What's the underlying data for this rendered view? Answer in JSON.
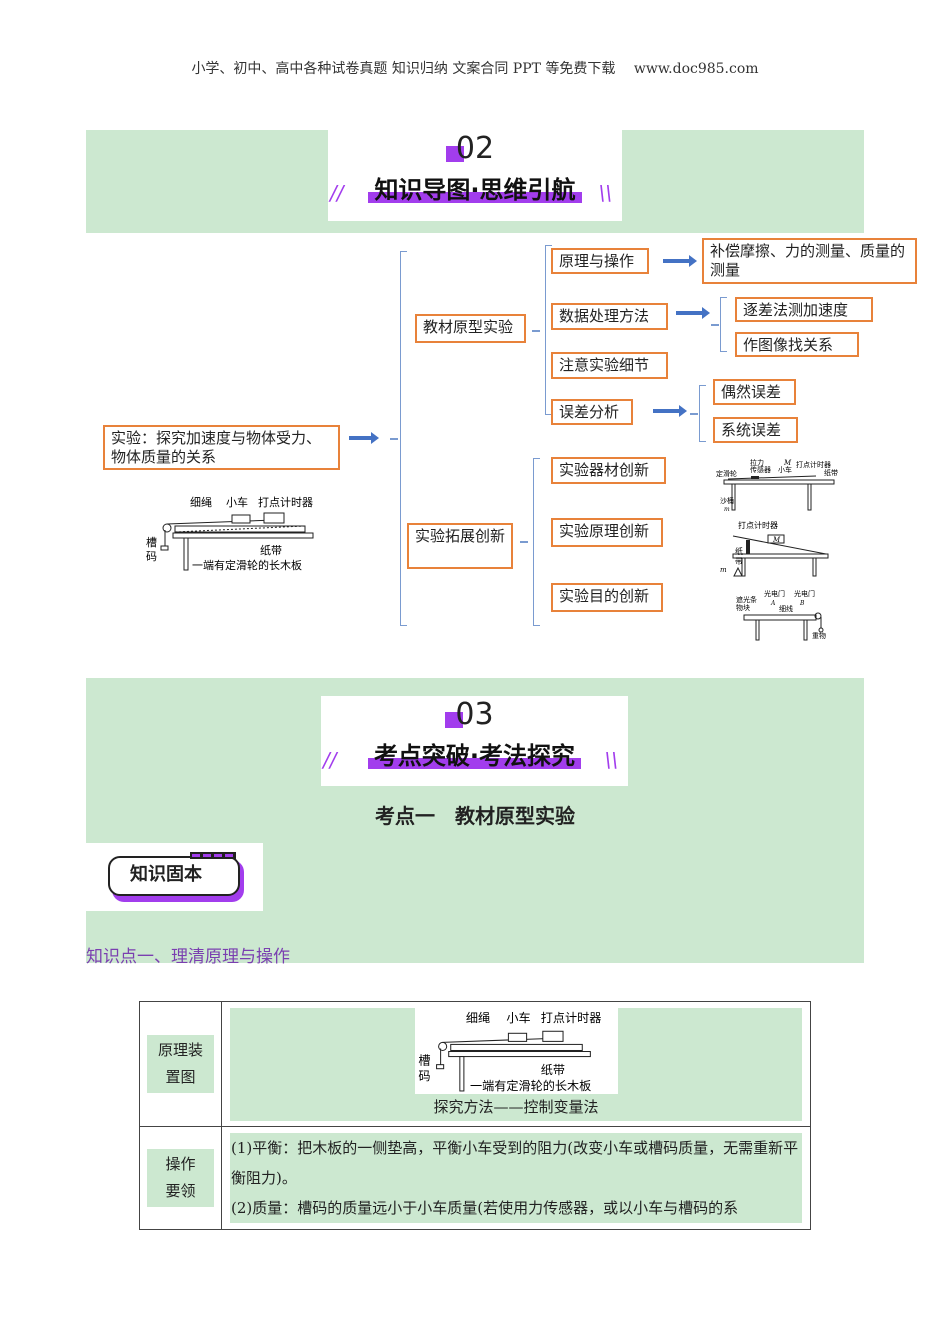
{
  "header": {
    "text": "小学、初中、高中各种试卷真题 知识归纳 文案合同 PPT 等免费下载　 www.doc985.com"
  },
  "section02": {
    "number": "02",
    "title": "知识导图·思维引航"
  },
  "mindmap": {
    "root": "实验：探究加速度与物体受力、物体质量的关系",
    "branch1": "教材原型实验",
    "branch2": "实验拓展创新",
    "b1_items": [
      "原理与操作",
      "数据处理方法",
      "注意实验细节",
      "误差分析"
    ],
    "principle_detail": "补偿摩擦、力的测量、质量的测量",
    "data_methods": [
      "逐差法测加速度",
      "作图像找关系"
    ],
    "errors": [
      "偶然误差",
      "系统误差"
    ],
    "b2_items": [
      "实验器材创新",
      "实验原理创新",
      "实验目的创新"
    ],
    "apparatus_labels": {
      "rope": "细绳",
      "cart": "小车",
      "timer": "打点计时器",
      "weight1": "槽",
      "weight2": "码",
      "tape": "纸带",
      "board": "一端有定滑轮的长木板"
    },
    "fig1_labels": {
      "pulley": "定滑轮",
      "sensor1": "拉力",
      "sensor2": "传感器",
      "M": "M",
      "cart": "小车",
      "timer": "打点计时器",
      "tape": "纸带",
      "bucket": "沙桶",
      "m": "m"
    },
    "fig2_labels": {
      "timer": "打点计时器",
      "M": "M",
      "tape1": "纸",
      "tape2": "带",
      "m": "m"
    },
    "fig3_labels": {
      "strip": "遮光条",
      "block": "物块",
      "gate1": "光电门",
      "gate2": "光电门",
      "A": "A",
      "B": "B",
      "line": "细线",
      "weight": "重物"
    }
  },
  "section03": {
    "number": "03",
    "title": "考点突破·考法探究",
    "subtitle": "考点一　教材原型实验",
    "badge": "知识固本",
    "heading": "知识点一、理清原理与操作"
  },
  "table": {
    "row1_label_1": "原理装",
    "row1_label_2": "置图",
    "method": "探究方法——控制变量法",
    "row2_label_1": "操作",
    "row2_label_2": "要领",
    "op1": "(1)平衡：把木板的一侧垫高，平衡小车受到的阻力(改变小车或槽码质量，无需重新平衡阻力)。",
    "op2": "(2)质量：槽码的质量远小于小车质量(若使用力传感器，或以小车与槽码的系"
  }
}
